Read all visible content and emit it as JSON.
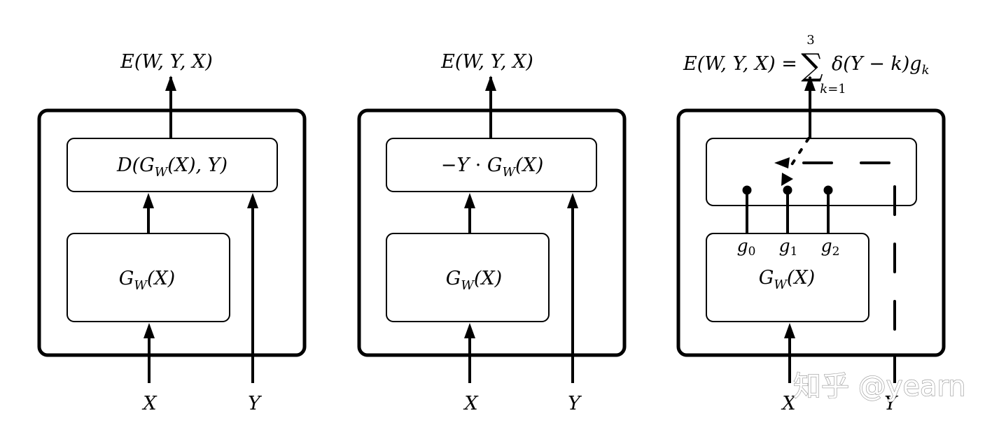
{
  "figure": {
    "panels": [
      {
        "id": "discriminator",
        "output_label": "E(W,Y,X)",
        "top_block_label": "D(G_W(X), Y)",
        "bottom_block_label": "G_W(X)",
        "inputs": [
          "X",
          "Y"
        ]
      },
      {
        "id": "product",
        "output_label": "E(W,Y,X)",
        "top_block_label": "−Y · G_W(X)",
        "bottom_block_label": "G_W(X)",
        "inputs": [
          "X",
          "Y"
        ]
      },
      {
        "id": "switch",
        "output_label": "E(W,Y,X) = Σ δ(Y − k) g_k",
        "sum_upper": "3",
        "sum_lower": "k=1",
        "bottom_block_label": "G_W(X)",
        "outputs": [
          "g0",
          "g1",
          "g2"
        ],
        "inputs": [
          "X",
          "Y"
        ]
      }
    ],
    "watermark": "知乎 @yearn"
  }
}
